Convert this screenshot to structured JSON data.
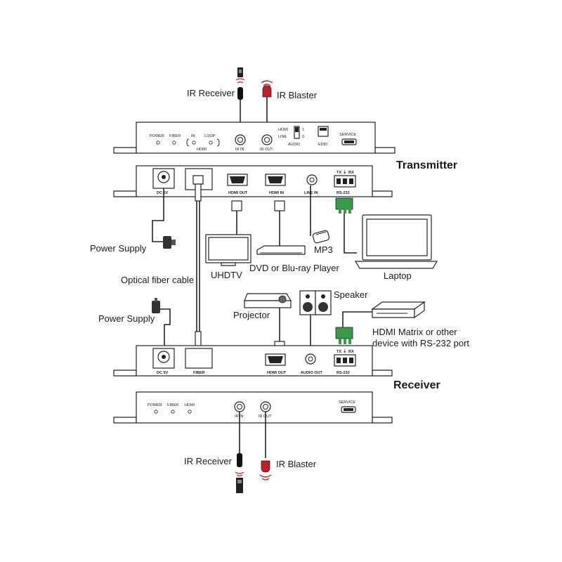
{
  "labels": {
    "ir_receiver_top": "IR Receiver",
    "ir_blaster_top": "IR Blaster",
    "transmitter": "Transmitter",
    "receiver": "Receiver",
    "power_supply_1": "Power Supply",
    "power_supply_2": "Power Supply",
    "optical_fiber_cable": "Optical fiber cable",
    "uhdtv": "UHDTV",
    "dvd_player": "DVD or Blu-ray Player",
    "mp3": "MP3",
    "laptop": "Laptop",
    "projector": "Projector",
    "speaker": "Speaker",
    "hdmi_matrix_line1": "HDMI Matrix or other",
    "hdmi_matrix_line2": "device with RS-232 port",
    "ir_receiver_bottom": "IR Receiver",
    "ir_blaster_bottom": "IR Blaster"
  },
  "tx_front": {
    "power": "POWER",
    "fiber": "FIBER",
    "in": "IN",
    "loop": "LOOP",
    "hdmi": "HDMI",
    "ir_in": "IR IN",
    "ir_out": "IR OUT",
    "hdmi_sw": "HDMI",
    "line_sw": "LINE",
    "sw_1": "1",
    "sw_0": "0",
    "audio": "AUDIO",
    "edid": "EDID",
    "service": "SERVICE"
  },
  "tx_rear": {
    "dc5v": "DC 5V",
    "hdmi_out": "HDMI OUT",
    "hdmi_in": "HDMI IN",
    "line_in": "LINE IN",
    "tx": "TX",
    "gnd": "⏚",
    "rx": "RX",
    "rs232": "RS-232"
  },
  "rx_rear": {
    "dc5v": "DC 5V",
    "fiber": "FIBER",
    "hdmi_out": "HDMI OUT",
    "audio_out": "AUDIO OUT",
    "tx": "TX",
    "gnd": "⏚",
    "rx": "RX",
    "rs232": "RS-232"
  },
  "rx_front": {
    "power": "POWER",
    "fiber": "FIBER",
    "hdmi": "HDMI",
    "ir_in": "IR IN",
    "ir_out": "IR OUT",
    "service": "SERVICE"
  },
  "colors": {
    "ir_red": "#c0202a",
    "terminal_green": "#3a9a4a"
  }
}
